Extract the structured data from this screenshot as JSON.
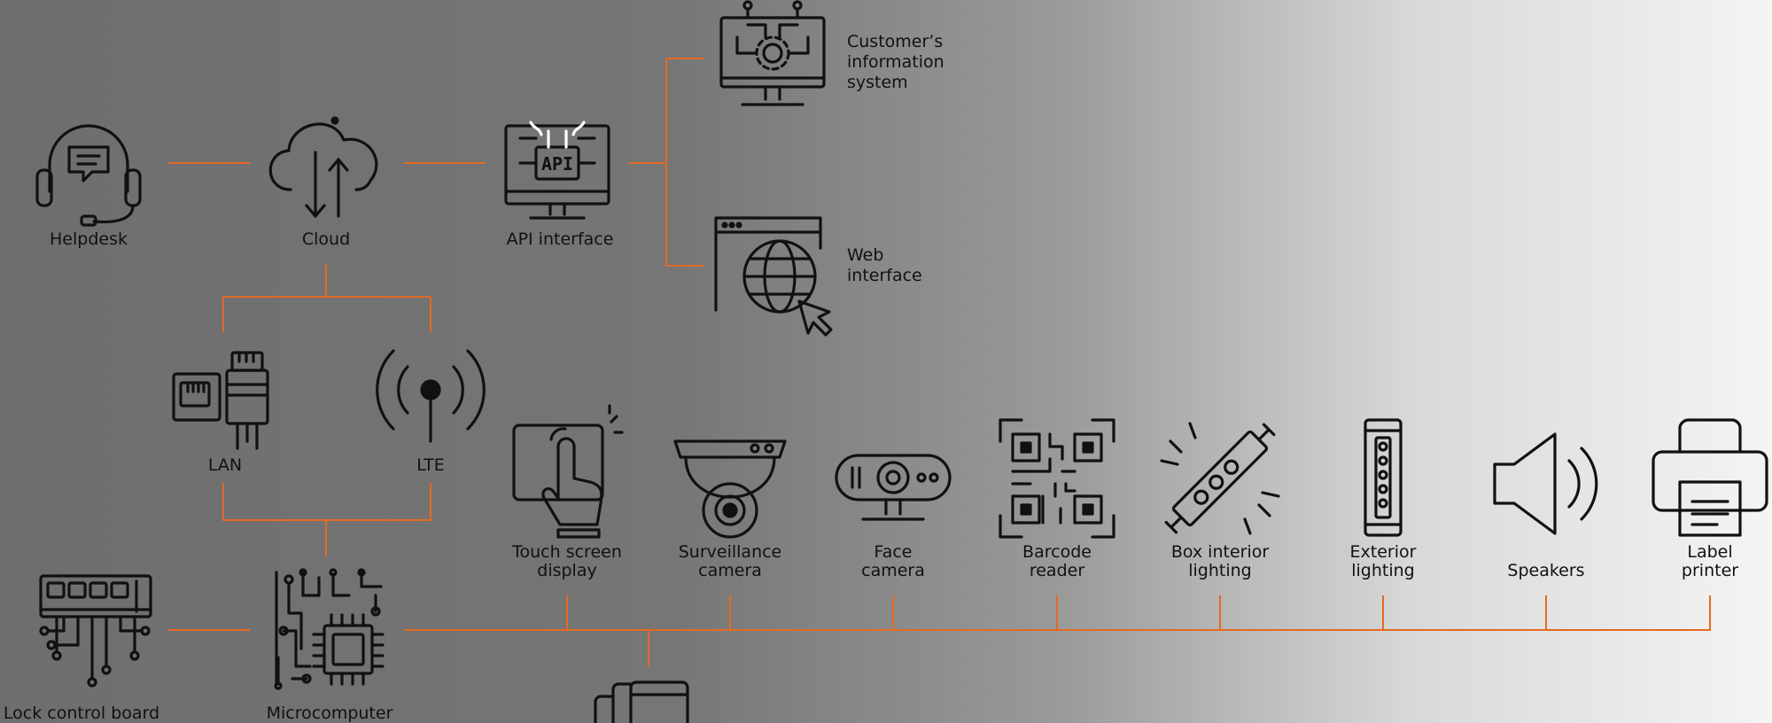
{
  "colors": {
    "connector": "#e46a24",
    "icon": "#111111",
    "text": "#111111"
  },
  "nodes": {
    "helpdesk": {
      "label": "Helpdesk",
      "icon": "headset-icon"
    },
    "cloud": {
      "label": "Cloud",
      "icon": "cloud-icon"
    },
    "api": {
      "label": "API interface",
      "icon": "api-monitor-icon",
      "badge": "API"
    },
    "customer": {
      "label": "Customer’s\ninformation\nsystem",
      "icon": "monitor-gear-icon"
    },
    "web": {
      "label": "Web\ninterface",
      "icon": "globe-browser-icon"
    },
    "lan": {
      "label": "LAN",
      "icon": "ethernet-icon"
    },
    "lte": {
      "label": "LTE",
      "icon": "antenna-icon"
    },
    "lock": {
      "label": "Lock control board",
      "icon": "circuit-board-icon"
    },
    "micro": {
      "label": "Microcomputer",
      "icon": "microchip-icon"
    },
    "touch": {
      "label": "Touch screen\ndisplay",
      "icon": "touchscreen-icon"
    },
    "surveillance": {
      "label": "Surveillance\ncamera",
      "icon": "dome-camera-icon"
    },
    "face": {
      "label": "Face\ncamera",
      "icon": "webcam-icon"
    },
    "barcode": {
      "label": "Barcode\nreader",
      "icon": "qr-code-icon"
    },
    "boxlight": {
      "label": "Box interior\nlighting",
      "icon": "led-strip-icon"
    },
    "extlight": {
      "label": "Exterior\nlighting",
      "icon": "light-bar-icon"
    },
    "speakers": {
      "label": "Speakers",
      "icon": "speaker-icon"
    },
    "printer": {
      "label": "Label\nprinter",
      "icon": "printer-icon"
    },
    "extra": {
      "icon": "device-stack-icon"
    }
  }
}
